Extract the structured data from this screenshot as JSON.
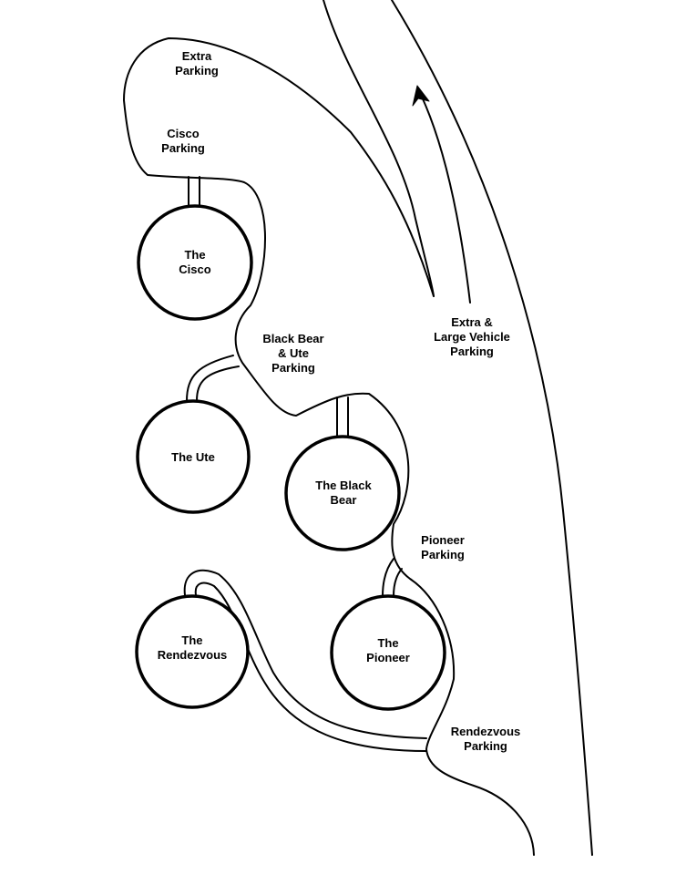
{
  "labels": {
    "extra_parking": [
      "Extra",
      "Parking"
    ],
    "cisco_parking": [
      "Cisco",
      "Parking"
    ],
    "black_bear_ute_parking": [
      "Black Bear",
      "& Ute",
      "Parking"
    ],
    "extra_large_vehicle_parking": [
      "Extra &",
      "Large Vehicle",
      "Parking"
    ],
    "pioneer_parking": [
      "Pioneer",
      "Parking"
    ],
    "rendezvous_parking": [
      "Rendezvous",
      "Parking"
    ]
  },
  "lodges": {
    "cisco": [
      "The",
      "Cisco"
    ],
    "ute": [
      "The Ute"
    ],
    "black_bear": [
      "The Black",
      "Bear"
    ],
    "rendezvous": [
      "The",
      "Rendezvous"
    ],
    "pioneer": [
      "The",
      "Pioneer"
    ]
  },
  "colors": {
    "ink": "#000000",
    "background": "#ffffff"
  },
  "icons": {
    "direction_arrow": "arrow-up-icon"
  }
}
